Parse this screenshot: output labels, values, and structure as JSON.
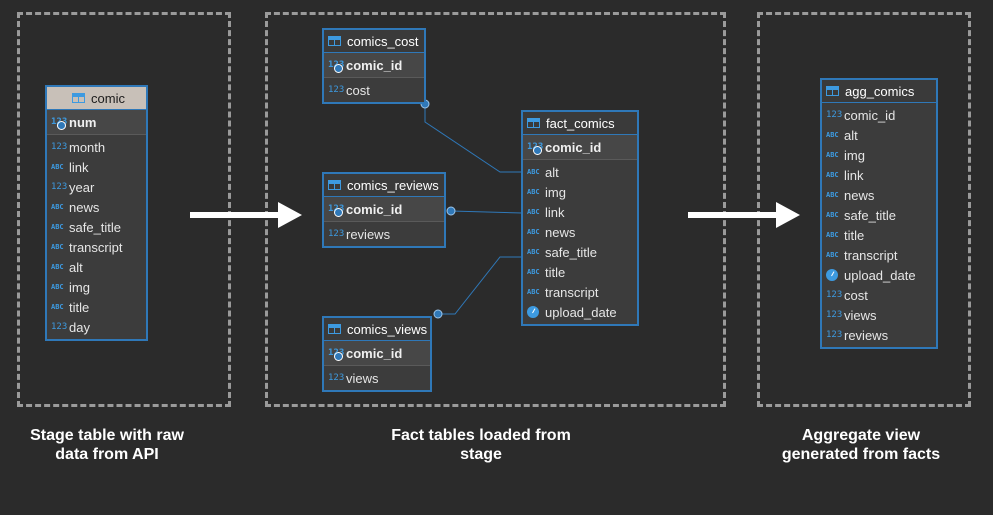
{
  "captions": {
    "stage": "Stage table with raw\ndata from API",
    "facts": "Fact tables loaded from\nstage",
    "agg": "Aggregate view\ngenerated from facts"
  },
  "comic": {
    "name": "comic",
    "pk": {
      "type": "123",
      "name": "num"
    },
    "columns": [
      {
        "type": "123",
        "name": "month"
      },
      {
        "type": "ABC",
        "name": "link"
      },
      {
        "type": "123",
        "name": "year"
      },
      {
        "type": "ABC",
        "name": "news"
      },
      {
        "type": "ABC",
        "name": "safe_title"
      },
      {
        "type": "ABC",
        "name": "transcript"
      },
      {
        "type": "ABC",
        "name": "alt"
      },
      {
        "type": "ABC",
        "name": "img"
      },
      {
        "type": "ABC",
        "name": "title"
      },
      {
        "type": "123",
        "name": "day"
      }
    ]
  },
  "comics_cost": {
    "name": "comics_cost",
    "pk": {
      "type": "123",
      "name": "comic_id"
    },
    "columns": [
      {
        "type": "123",
        "name": "cost"
      }
    ]
  },
  "comics_reviews": {
    "name": "comics_reviews",
    "pk": {
      "type": "123",
      "name": "comic_id"
    },
    "columns": [
      {
        "type": "123",
        "name": "reviews"
      }
    ]
  },
  "comics_views": {
    "name": "comics_views",
    "pk": {
      "type": "123",
      "name": "comic_id"
    },
    "columns": [
      {
        "type": "123",
        "name": "views"
      }
    ]
  },
  "fact_comics": {
    "name": "fact_comics",
    "pk": {
      "type": "123",
      "name": "comic_id"
    },
    "columns": [
      {
        "type": "ABC",
        "name": "alt"
      },
      {
        "type": "ABC",
        "name": "img"
      },
      {
        "type": "ABC",
        "name": "link"
      },
      {
        "type": "ABC",
        "name": "news"
      },
      {
        "type": "ABC",
        "name": "safe_title"
      },
      {
        "type": "ABC",
        "name": "title"
      },
      {
        "type": "ABC",
        "name": "transcript"
      },
      {
        "type": "clock",
        "name": "upload_date"
      }
    ]
  },
  "agg_comics": {
    "name": "agg_comics",
    "columns": [
      {
        "type": "123",
        "name": "comic_id"
      },
      {
        "type": "ABC",
        "name": "alt"
      },
      {
        "type": "ABC",
        "name": "img"
      },
      {
        "type": "ABC",
        "name": "link"
      },
      {
        "type": "ABC",
        "name": "news"
      },
      {
        "type": "ABC",
        "name": "safe_title"
      },
      {
        "type": "ABC",
        "name": "title"
      },
      {
        "type": "ABC",
        "name": "transcript"
      },
      {
        "type": "clock",
        "name": "upload_date"
      },
      {
        "type": "123",
        "name": "cost"
      },
      {
        "type": "123",
        "name": "views"
      },
      {
        "type": "123",
        "name": "reviews"
      }
    ]
  },
  "colors": {
    "accent": "#2f78b8",
    "type_icon": "#3d9ae0",
    "background": "#2b2b2b"
  }
}
